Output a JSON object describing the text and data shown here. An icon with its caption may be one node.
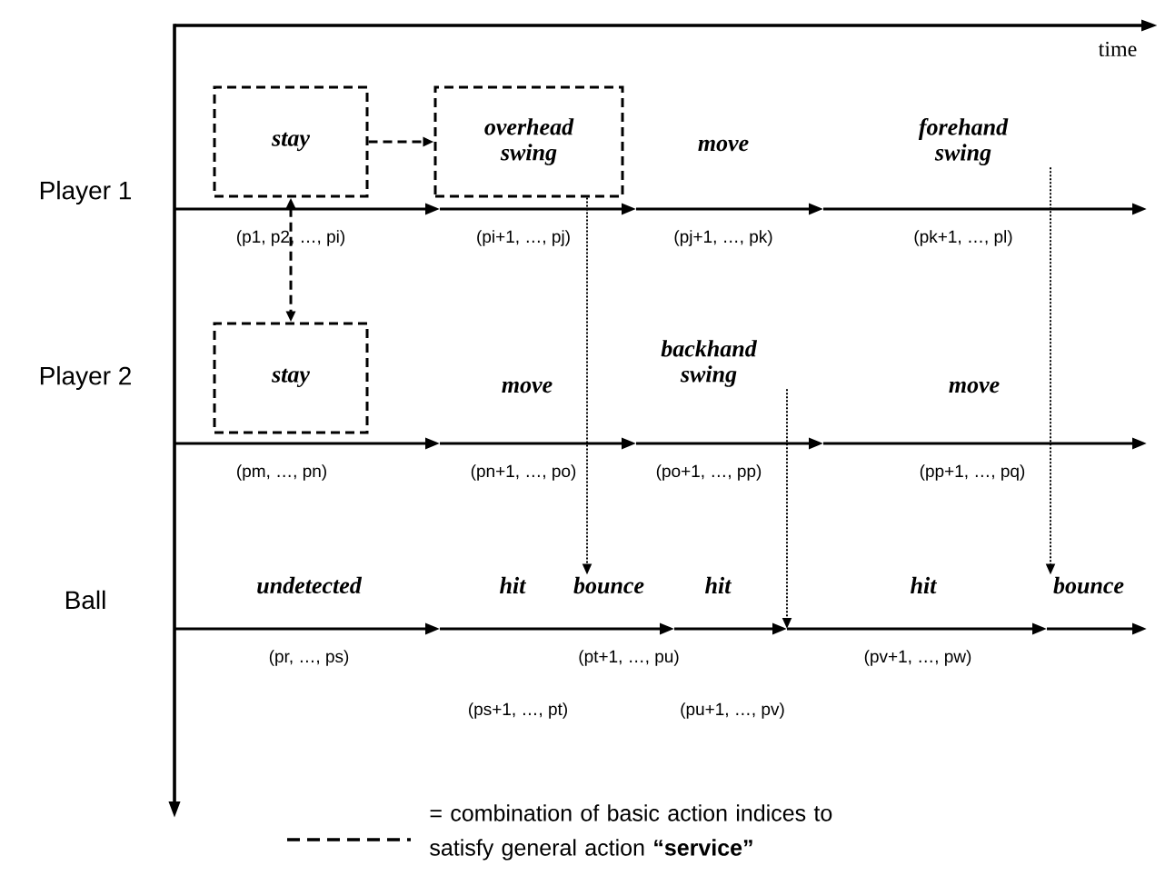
{
  "diagram": {
    "nodes": [
      {
        "text": [
          "stay"
        ]
      },
      {
        "text": [
          "overhead swing"
        ]
      },
      {
        "text": [
          "forehand swing"
        ]
      },
      {
        "text": [
          "stay"
        ]
      },
      {
        "text": [
          "backhand swing"
        ]
      },
      {
        "text": [
          "bounce"
        ]
      },
      {
        "text": [
          "bounce"
        ]
      }
    ],
    "edges": [
      {
        "from": 0,
        "to": 1,
        "arrow": "to",
        "style": "dashed"
      },
      {
        "from": 0,
        "to": 3,
        "arrow": "both",
        "style": "dashed"
      },
      {
        "from": 1,
        "to": 5,
        "arrow": "to"
      },
      {
        "from": 4,
        "to": null,
        "arrow": "to"
      },
      {
        "from": 2,
        "to": 6,
        "arrow": "to"
      }
    ],
    "labels": [
      "time",
      "move",
      "Player 1",
      "(p1, p2, …, pi)",
      "(pi+1, …, pj)",
      "(pj+1, …, pk)",
      "(pk+1, …, pl)",
      "Player 2",
      "move",
      "move",
      "(pm, …, pn)",
      "(pn+1, …, po)",
      "(po+1, …, pp)",
      "(pp+1, …, pq)",
      "Ball",
      "undetected",
      "hit",
      "hit",
      "hit",
      "(pr, …, ps)",
      "(pt+1, …, pu)",
      "(pv+1, …, pw)",
      "(ps+1, …, pt)",
      "(pu+1, …, pv)"
    ],
    "legend": [
      {
        "text": "= combination of basic action indices to satisfy general action **“service”**"
      }
    ]
  }
}
